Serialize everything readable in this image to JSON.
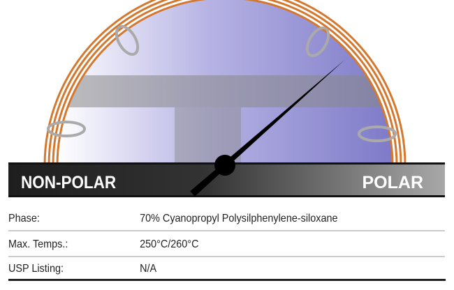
{
  "gauge": {
    "left_label": "NON-POLAR",
    "right_label": "POLAR",
    "polarity_fraction": 0.77,
    "colors": {
      "coil": "#d4782f",
      "dome": "#8c88d2",
      "bar_dark": "#1e1e1e",
      "bar_light": "#a0a0a0",
      "needle": "#000000"
    }
  },
  "specs": [
    {
      "label": "Phase:",
      "value": "70% Cyanopropyl Polysilphenylene-siloxane"
    },
    {
      "label": "Max. Temps.:",
      "value": "250°C/260°C"
    },
    {
      "label": "USP Listing:",
      "value": "N/A"
    }
  ]
}
